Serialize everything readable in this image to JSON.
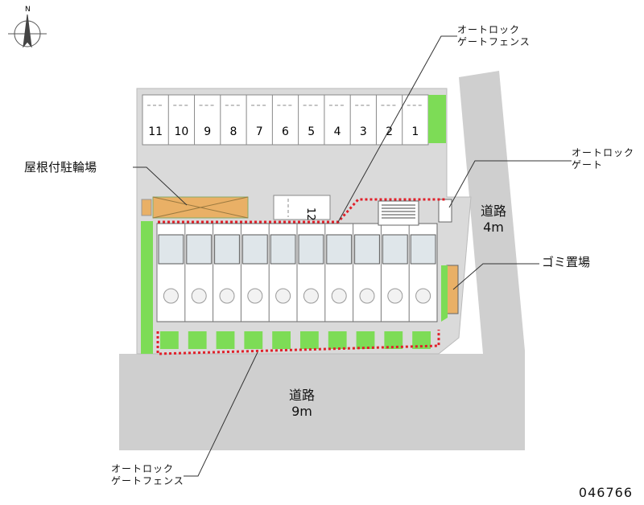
{
  "compass": {
    "north_label": "N"
  },
  "parking": {
    "slots": [
      "11",
      "10",
      "9",
      "8",
      "7",
      "6",
      "5",
      "4",
      "3",
      "2",
      "1"
    ],
    "extra_slot": "12"
  },
  "labels": {
    "autolock_fence_top": [
      "オートロック",
      "ゲートフェンス"
    ],
    "autolock_gate": [
      "オートロック",
      "ゲート"
    ],
    "covered_bike": "屋根付駐輪場",
    "garbage": "ゴミ置場",
    "autolock_fence_bottom": [
      "オートロック",
      "ゲートフェンス"
    ]
  },
  "roads": {
    "east": {
      "name": "道路",
      "width": "4m"
    },
    "south": {
      "name": "道路",
      "width": "9m"
    }
  },
  "property_id": "046766",
  "colors": {
    "road": "#cfcfcf",
    "lot": "#dadada",
    "green": "#7ddc56",
    "fence": "#e0202a",
    "bike_roof": "#e9b066",
    "building": "#ffffff"
  },
  "unit_count": 10
}
